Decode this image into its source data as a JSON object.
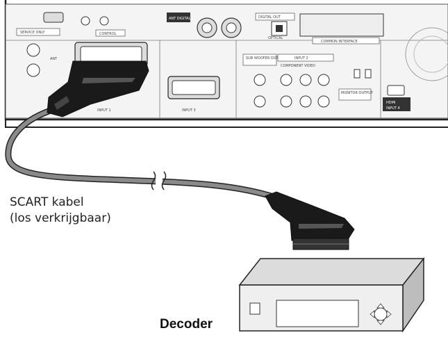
{
  "caption": {
    "line1": "SCART kabel",
    "line2": "(los verkrijgbaar)"
  },
  "device_label": "Decoder",
  "panel_labels": {
    "service_only": "SERVICE ONLY",
    "control": "CONTROL",
    "digital_out": "DIGITAL OUT",
    "optical": "OPTICAL",
    "common_interface": "COMMON INTERFACE",
    "sub_woofer_output": "SUB WOOFER OUTPUT",
    "input2": "INPUT 2",
    "component_video": "COMPONENT VIDEO",
    "monitor_output": "MONITOR OUTPUT",
    "hdmi": "HDMI",
    "input1": "INPUT 1",
    "input3": "INPUT 3",
    "input4": "INPUT 4",
    "ant": "ANT",
    "ant_digital": "ANT DIGITAL"
  },
  "colors": {
    "line": "#222222",
    "panel": "#f4f4f4",
    "connector": "#1a1a1a",
    "cable": "#8a8a8a",
    "device_top": "#d9d9d9",
    "device_front": "#efefef"
  }
}
